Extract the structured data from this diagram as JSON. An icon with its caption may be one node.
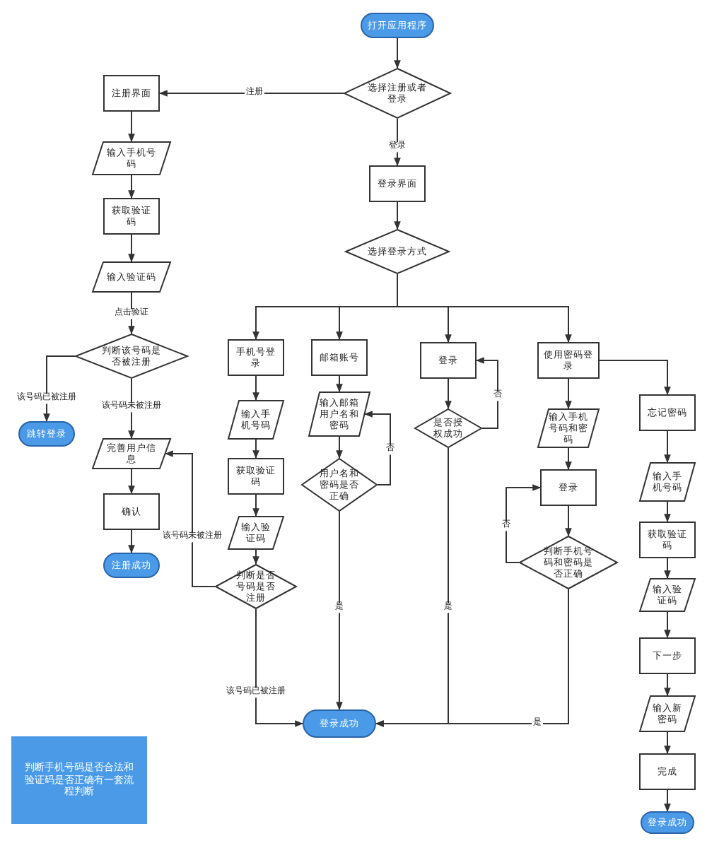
{
  "diagram": {
    "nodes": [
      {
        "text": [
          "打开应用程序"
        ]
      },
      {
        "text": [
          "选择注册或者登录"
        ]
      },
      {
        "text": [
          "注册界面"
        ]
      },
      {
        "text": [
          "输入手机号码"
        ]
      },
      {
        "text": [
          "获取验证码"
        ]
      },
      {
        "text": [
          "输入验证码"
        ]
      },
      {
        "text": [
          "判断该号码是否被注册"
        ]
      },
      {
        "text": [
          "跳转登录"
        ]
      },
      {
        "text": [
          "完善用户信息"
        ]
      },
      {
        "text": [
          "确认"
        ]
      },
      {
        "text": [
          "注册成功"
        ]
      },
      {
        "text": [
          "登录界面"
        ]
      },
      {
        "text": [
          "选择登录方式"
        ]
      },
      {
        "text": [
          "手机号登录"
        ]
      },
      {
        "text": [
          "输入手机号码"
        ]
      },
      {
        "text": [
          "获取验证码"
        ]
      },
      {
        "text": [
          "输入验证码"
        ]
      },
      {
        "text": [
          "判断是否号码是否注册"
        ]
      },
      {
        "text": [
          "邮箱账号"
        ]
      },
      {
        "text": [
          "输入邮箱用户名和密码"
        ]
      },
      {
        "text": [
          "用户名和密码是否正确"
        ]
      },
      {
        "text": [
          "登录"
        ]
      },
      {
        "text": [
          "是否授权成功"
        ]
      },
      {
        "text": [
          "使用密码登录"
        ]
      },
      {
        "text": [
          "输入手机号码和密码"
        ]
      },
      {
        "text": [
          "登录"
        ]
      },
      {
        "text": [
          "判断手机号码和密码是否正确"
        ]
      },
      {
        "text": [
          "忘记密码"
        ]
      },
      {
        "text": [
          "输入手机号码"
        ]
      },
      {
        "text": [
          "获取验证码"
        ]
      },
      {
        "text": [
          "输入验证码"
        ]
      },
      {
        "text": [
          "下一步"
        ]
      },
      {
        "text": [
          "输入新密码"
        ]
      },
      {
        "text": [
          "完成"
        ]
      },
      {
        "text": [
          "登录成功"
        ]
      },
      {
        "text": [
          "登录成功"
        ]
      },
      {
        "text": [
          "判断手机号码是否合法和验证码是否正确有一套流程判断"
        ]
      }
    ],
    "edges": [
      {
        "from": 0,
        "to": 1,
        "arrow": "to"
      },
      {
        "from": 1,
        "to": 2,
        "arrow": "to",
        "label": "注册"
      },
      {
        "from": 1,
        "to": 11,
        "arrow": "to",
        "label": "登录"
      },
      {
        "from": 2,
        "to": 3,
        "arrow": "to"
      },
      {
        "from": 3,
        "to": 4,
        "arrow": "to"
      },
      {
        "from": 4,
        "to": 5,
        "arrow": "to"
      },
      {
        "from": 5,
        "to": 6,
        "arrow": "to",
        "label": "点击验证"
      },
      {
        "from": 6,
        "to": 7,
        "arrow": "to",
        "label": "该号码已被注册"
      },
      {
        "from": 6,
        "to": 8,
        "arrow": "to",
        "label": "该号码未被注册"
      },
      {
        "from": 8,
        "to": 9,
        "arrow": "to"
      },
      {
        "from": 9,
        "to": 10,
        "arrow": "to"
      },
      {
        "from": 11,
        "to": 12,
        "arrow": "to"
      },
      {
        "from": 12,
        "to": 13,
        "arrow": "to"
      },
      {
        "from": 12,
        "to": 18,
        "arrow": "to"
      },
      {
        "from": 12,
        "to": 21,
        "arrow": "to"
      },
      {
        "from": 12,
        "to": 23,
        "arrow": "to"
      },
      {
        "from": 13,
        "to": 14,
        "arrow": "to"
      },
      {
        "from": 14,
        "to": 15,
        "arrow": "to"
      },
      {
        "from": 15,
        "to": 16,
        "arrow": "to"
      },
      {
        "from": 16,
        "to": 17,
        "arrow": "to"
      },
      {
        "from": 17,
        "to": 8,
        "arrow": "to",
        "label": "该号码未被注册"
      },
      {
        "from": 17,
        "to": 35,
        "arrow": "to",
        "label": "该号码已被注册"
      },
      {
        "from": 18,
        "to": 19,
        "arrow": "to"
      },
      {
        "from": 19,
        "to": 20,
        "arrow": "to"
      },
      {
        "from": 20,
        "to": 19,
        "arrow": "to",
        "label": "否"
      },
      {
        "from": 20,
        "to": 35,
        "arrow": "to",
        "label": "是"
      },
      {
        "from": 21,
        "to": 22,
        "arrow": "to"
      },
      {
        "from": 22,
        "to": 21,
        "arrow": "to",
        "label": "否"
      },
      {
        "from": 22,
        "to": 35,
        "arrow": "to",
        "label": "是"
      },
      {
        "from": 23,
        "to": 24,
        "arrow": "to"
      },
      {
        "from": 24,
        "to": 25,
        "arrow": "to"
      },
      {
        "from": 25,
        "to": 26,
        "arrow": "to"
      },
      {
        "from": 26,
        "to": 25,
        "arrow": "to",
        "label": "否"
      },
      {
        "from": 26,
        "to": 35,
        "arrow": "to",
        "label": "是"
      },
      {
        "from": 23,
        "to": 27,
        "arrow": "to"
      },
      {
        "from": 27,
        "to": 28,
        "arrow": "to"
      },
      {
        "from": 28,
        "to": 29,
        "arrow": "to"
      },
      {
        "from": 29,
        "to": 30,
        "arrow": "to"
      },
      {
        "from": 30,
        "to": 31,
        "arrow": "to"
      },
      {
        "from": 31,
        "to": 32,
        "arrow": "to"
      },
      {
        "from": 32,
        "to": 33,
        "arrow": "to"
      },
      {
        "from": 33,
        "to": 34,
        "arrow": "to"
      }
    ]
  }
}
